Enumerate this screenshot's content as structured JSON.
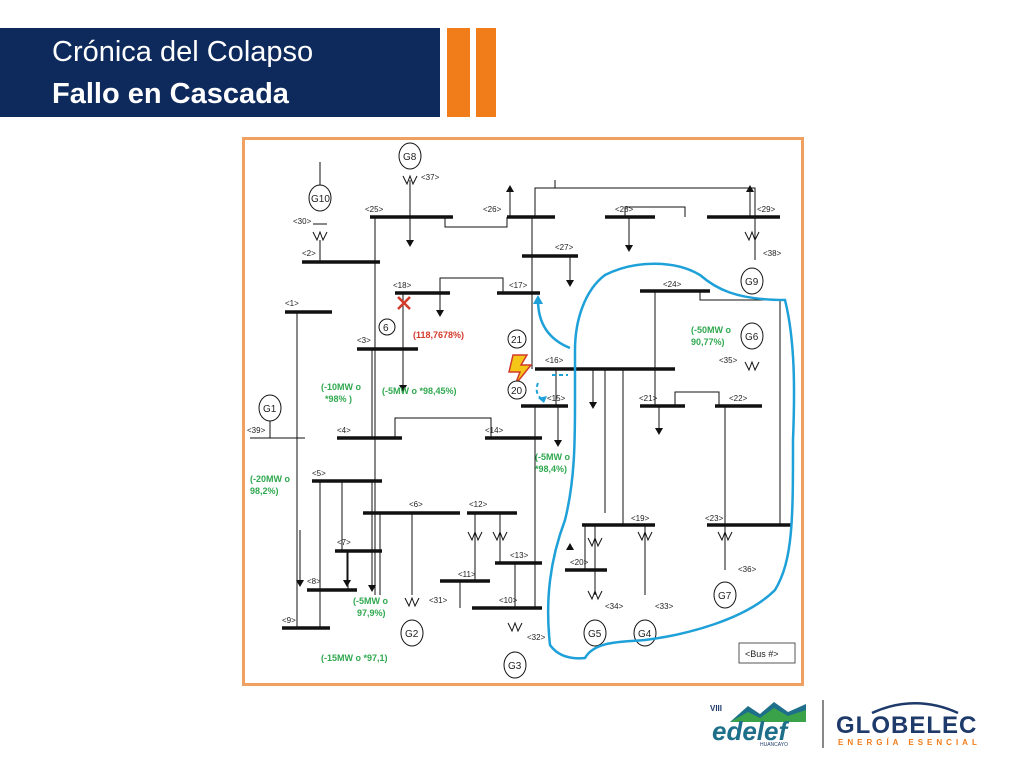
{
  "header": {
    "title_line1": "Crónica del Colapso",
    "title_line2": "Fallo en Cascada"
  },
  "colors": {
    "header_bg": "#0e2a5c",
    "accent_orange": "#f07c1a",
    "island_blue": "#1ea0d8",
    "annotation_green": "#2fa84f",
    "overload_red": "#d23a2a"
  },
  "diagram": {
    "buses": [
      "<1>",
      "<2>",
      "<3>",
      "<4>",
      "<5>",
      "<6>",
      "<7>",
      "<8>",
      "<9>",
      "<10>",
      "<11>",
      "<12>",
      "<13>",
      "<14>",
      "<15>",
      "<16>",
      "<17>",
      "<18>",
      "<19>",
      "<20>",
      "<21>",
      "<22>",
      "<23>",
      "<24>",
      "<25>",
      "<26>",
      "<27>",
      "<28>",
      "<29>",
      "<30>",
      "<31>",
      "<32>",
      "<33>",
      "<34>",
      "<35>",
      "<36>",
      "<37>",
      "<38>",
      "<39>"
    ],
    "generators": [
      "G1",
      "G2",
      "G3",
      "G4",
      "G5",
      "G6",
      "G7",
      "G8",
      "G9",
      "G10"
    ],
    "event_numbers": [
      "6",
      "21",
      "20"
    ],
    "annotations": {
      "a1": "(118,7678%)",
      "a2_l1": "(-10MW o",
      "a2_l2": "*98% )",
      "a3": "(-5MW o *98,45%)",
      "a4_l1": "(-50MW o",
      "a4_l2": "90,77%)",
      "a5_l1": "(-5MW o",
      "a5_l2": "*98,4%)",
      "a6_l1": "(-20MW o",
      "a6_l2": "98,2%)",
      "a7_l1": "(-5MW o",
      "a7_l2": "97,9%)",
      "a8": "(-15MW o *97,1)"
    },
    "legend": "<Bus #>"
  },
  "footer": {
    "edelef_roman": "VIII",
    "edelef_name": "edelef",
    "edelef_city": "HUANCAYO",
    "globelec_name": "GLOBELEC",
    "globelec_tagline": "ENERGÍA ESENCIAL"
  }
}
